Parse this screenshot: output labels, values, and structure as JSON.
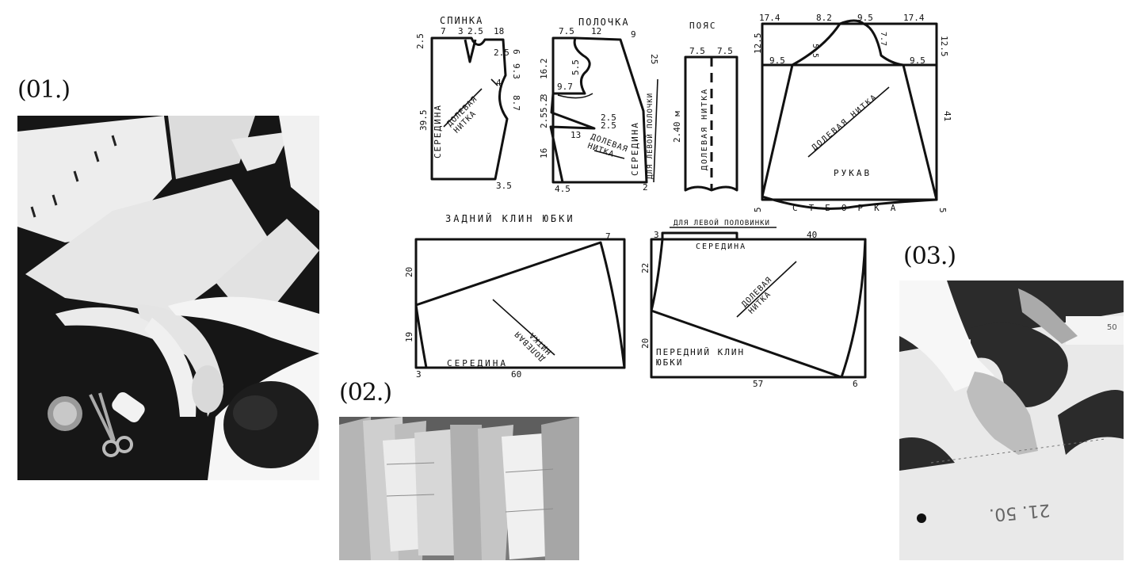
{
  "labels": {
    "l1": "(01.)",
    "l2": "(02.)",
    "l3": "(03.)"
  },
  "photos": {
    "p1": {
      "icon": "tailor-cutting-pattern-photo"
    },
    "p2": {
      "icon": "hanging-pattern-archive-photo"
    },
    "p3": {
      "icon": "hands-on-pattern-photo",
      "chalk_text": "21. 50.",
      "tag_text": "50"
    }
  },
  "colors": {
    "ink": "#111111",
    "paper": "#ffffff",
    "cloth": "#161616",
    "sheet": "#ececec"
  },
  "pattern": {
    "back": {
      "title": "СПИНКА",
      "dims": [
        "7",
        "3",
        "2.5",
        "18",
        "2.5",
        "2.5",
        "6",
        "9.3",
        "4",
        "8.7",
        "39.5",
        "3.5"
      ],
      "center": "СЕРЕДИНА",
      "grain": "ДОЛЕВАЯ\nНИТКА"
    },
    "front": {
      "title": "ПОЛОЧКА",
      "dims": [
        "7.5",
        "12",
        "9",
        "5.5",
        "16.2",
        "9.7",
        "3",
        "5.2",
        "2.5",
        "2.5",
        "13",
        "2.5",
        "16",
        "4.5",
        "25",
        "2"
      ],
      "center": "СЕРЕДИНА",
      "grain": "ДОЛЕВАЯ\nНИТКА",
      "side": "ДЛЯ ЛЕВОЙ ПОЛОЧКИ"
    },
    "belt": {
      "title": "ПОЯС",
      "dims": [
        "7.5",
        "7.5",
        "2.40 м"
      ],
      "grain": "ДОЛЕВАЯ НИТКА"
    },
    "sleeve": {
      "dims": [
        "17.4",
        "8.2",
        "9.5",
        "17.4",
        "12.5",
        "12.5",
        "5.5",
        "7.7",
        "9.5",
        "9.5",
        "41",
        "5",
        "5"
      ],
      "grain": "ДОЛЕВАЯ НИТКА",
      "name": "РУКАВ",
      "hem": "СТБОРКА"
    },
    "back_skirt": {
      "title": "ЗАДНИЙ КЛИН ЮБКИ",
      "dims": [
        "7",
        "20",
        "19",
        "3",
        "60"
      ],
      "center": "СЕРЕДИНА",
      "grain": "ДОЛЕВАЯ\nНИТКА"
    },
    "front_skirt": {
      "note": "ДЛЯ ЛЕВОЙ ПОЛОВИНКИ",
      "dims": [
        "3",
        "40",
        "22",
        "20",
        "57",
        "6"
      ],
      "center": "СЕРЕДИНА",
      "grain": "ДОЛЕВАЯ\nНИТКА",
      "title": "ПЕРЕДНИЙ КЛИН\nЮБКИ"
    }
  }
}
